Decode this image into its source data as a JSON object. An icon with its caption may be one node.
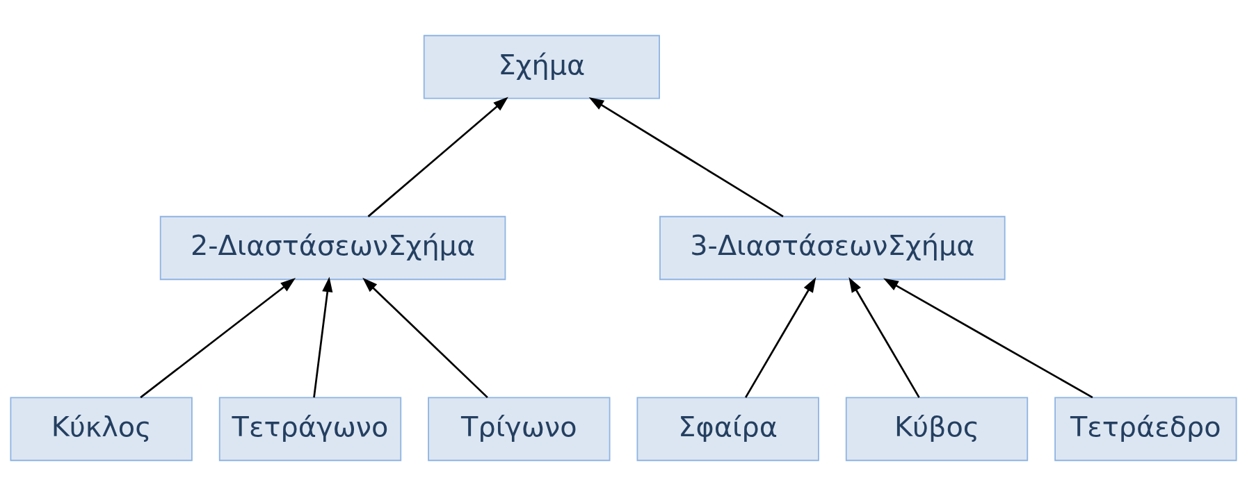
{
  "diagram": {
    "nodes": [
      {
        "text": [
          "Σχήμα"
        ]
      },
      {
        "text": [
          "2-ΔιαστάσεωνΣχήμα"
        ]
      },
      {
        "text": [
          "3-ΔιαστάσεωνΣχήμα"
        ]
      },
      {
        "text": [
          "Κύκλος"
        ]
      },
      {
        "text": [
          "Τετράγωνο"
        ]
      },
      {
        "text": [
          "Τρίγωνο"
        ]
      },
      {
        "text": [
          "Σφαίρα"
        ]
      },
      {
        "text": [
          "Κύβος"
        ]
      },
      {
        "text": [
          "Τετράεδρο"
        ]
      }
    ],
    "edges": [
      {
        "from": 1,
        "to": 0,
        "arrow": "to"
      },
      {
        "from": 2,
        "to": 0,
        "arrow": "to"
      },
      {
        "from": 3,
        "to": 1,
        "arrow": "to"
      },
      {
        "from": 4,
        "to": 1,
        "arrow": "to"
      },
      {
        "from": 5,
        "to": 1,
        "arrow": "to"
      },
      {
        "from": 6,
        "to": 2,
        "arrow": "to"
      },
      {
        "from": 7,
        "to": 2,
        "arrow": "to"
      },
      {
        "from": 8,
        "to": 2,
        "arrow": "to"
      }
    ]
  }
}
